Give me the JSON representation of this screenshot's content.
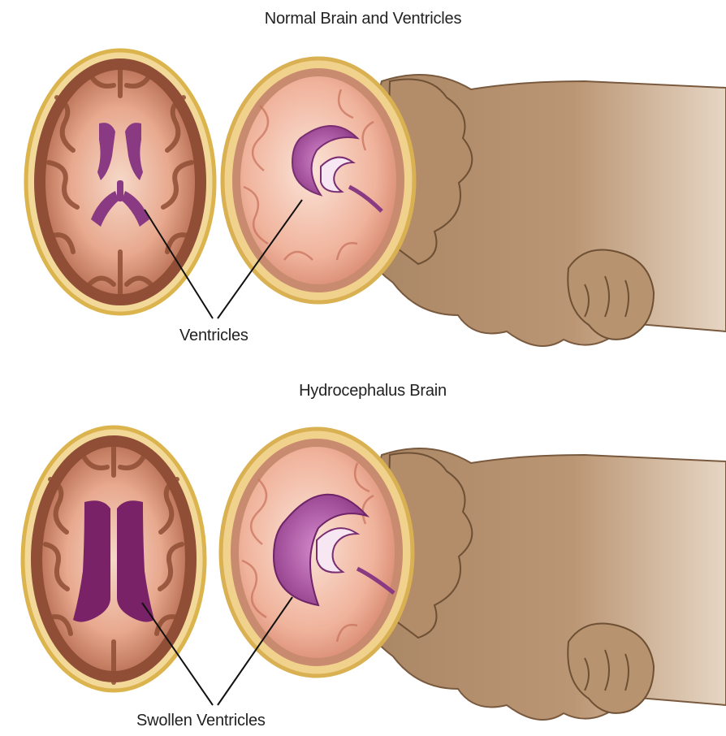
{
  "normal": {
    "title": "Normal Brain and Ventricles",
    "label": "Ventricles"
  },
  "hydro": {
    "title": "Hydrocephalus Brain",
    "label": "Swollen Ventricles"
  },
  "colors": {
    "skull": "#e8c86a",
    "brain_tissue": "#f3c9b6",
    "cortex": "#9c5a3c",
    "ventricle": "#7a2e72",
    "skin": "#b8936f",
    "leader_line": "#111111"
  }
}
